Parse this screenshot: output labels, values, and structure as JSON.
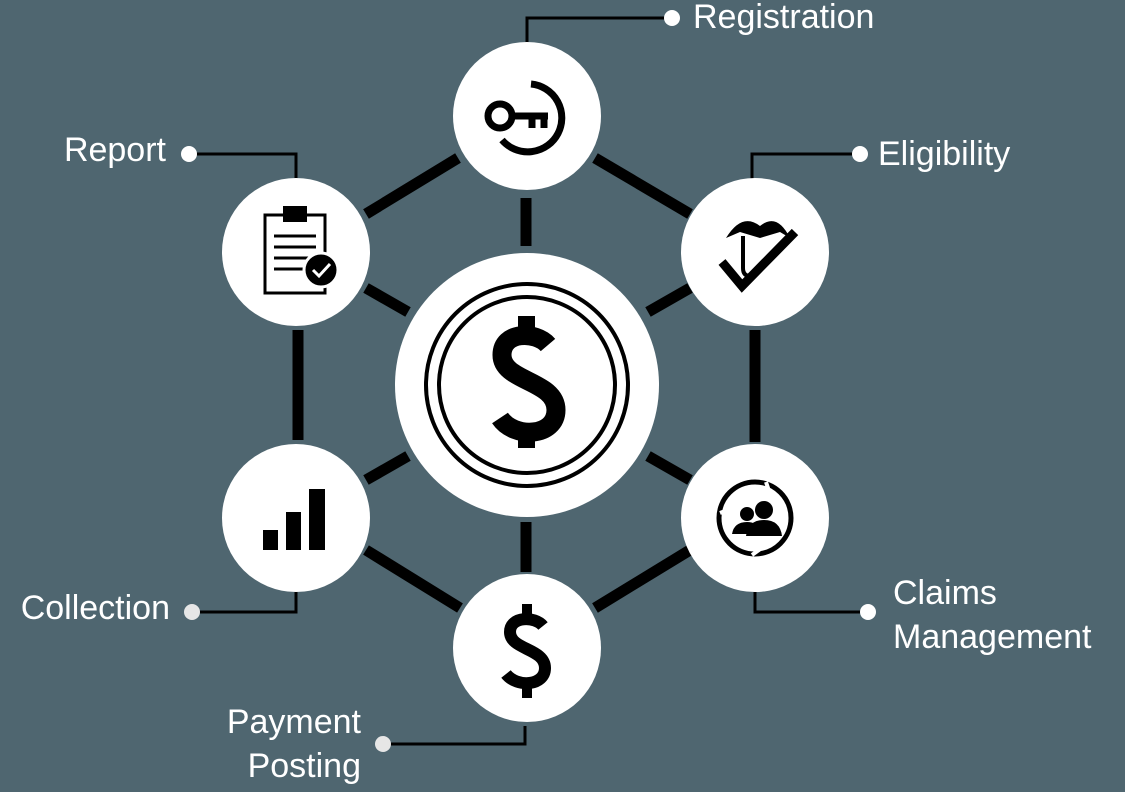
{
  "diagram": {
    "center": {
      "icon": "dollar-coin-icon"
    },
    "nodes": [
      {
        "id": "registration",
        "label_lines": [
          "Registration"
        ],
        "icon": "key-icon"
      },
      {
        "id": "eligibility",
        "label_lines": [
          "Eligibility"
        ],
        "icon": "umbrella-check-icon"
      },
      {
        "id": "claims-management",
        "label_lines": [
          "Claims",
          "Management"
        ],
        "icon": "users-cycle-icon"
      },
      {
        "id": "payment-posting",
        "label_lines": [
          "Payment",
          "Posting"
        ],
        "icon": "dollar-icon"
      },
      {
        "id": "collection",
        "label_lines": [
          "Collection"
        ],
        "icon": "bar-chart-icon"
      },
      {
        "id": "report",
        "label_lines": [
          "Report"
        ],
        "icon": "clipboard-check-icon"
      }
    ]
  },
  "colors": {
    "background": "#4f6670",
    "node_fill": "#ffffff",
    "connector": "#000000",
    "label_text": "#ffffff"
  }
}
